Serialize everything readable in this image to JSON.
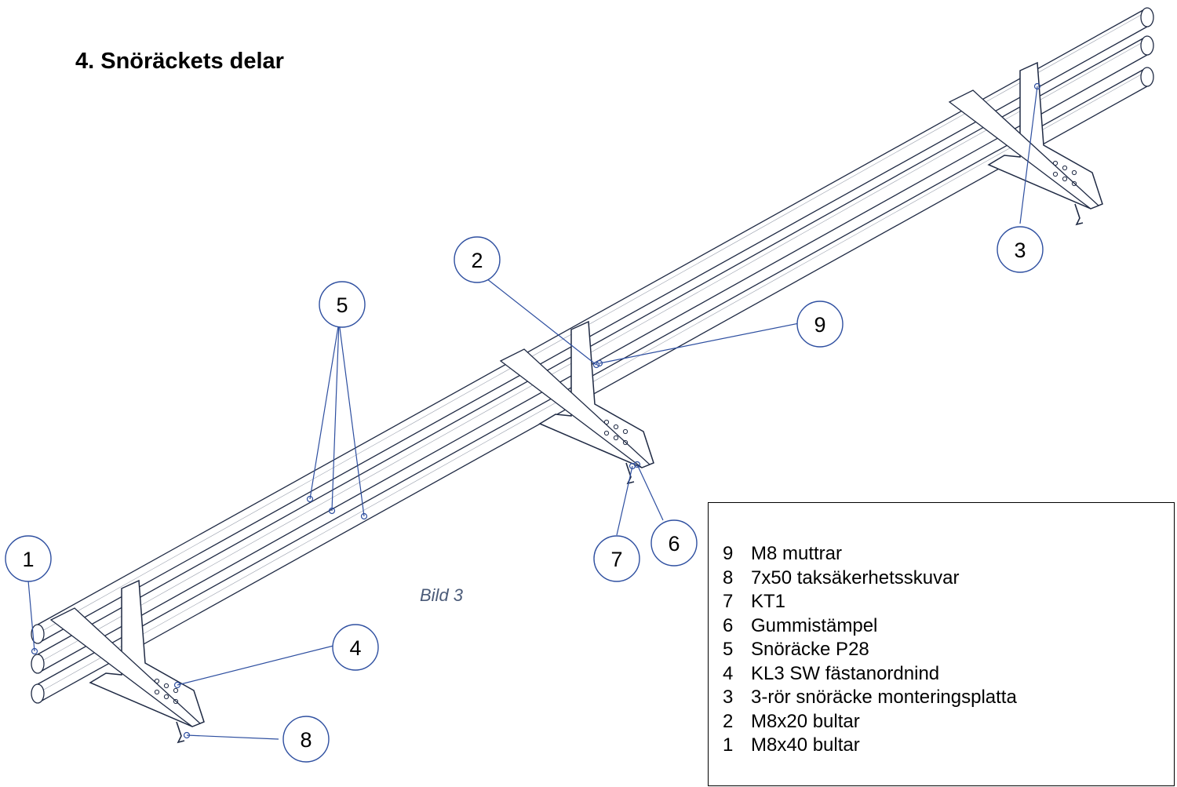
{
  "heading": "4. Snöräckets delar",
  "caption": "Bild 3",
  "callouts": [
    {
      "label": "1"
    },
    {
      "label": "2"
    },
    {
      "label": "3"
    },
    {
      "label": "4"
    },
    {
      "label": "5"
    },
    {
      "label": "6"
    },
    {
      "label": "7"
    },
    {
      "label": "8"
    },
    {
      "label": "9"
    }
  ],
  "legend": [
    {
      "num": "9",
      "text": "M8 muttrar"
    },
    {
      "num": "8",
      "text": "7x50 taksäkerhetsskuvar"
    },
    {
      "num": "7",
      "text": "KT1"
    },
    {
      "num": "6",
      "text": "Gummistämpel"
    },
    {
      "num": "5",
      "text": "Snöräcke P28"
    },
    {
      "num": "4",
      "text": "KL3 SW fästanordnind"
    },
    {
      "num": "3",
      "text": "3-rör snöräcke monteringsplatta"
    },
    {
      "num": "2",
      "text": "M8x20 bultar"
    },
    {
      "num": "1",
      "text": "M8x40 bultar"
    }
  ],
  "colors": {
    "line": "#1f2a44",
    "leader": "#2e4fa0",
    "caption": "#4a5a78"
  }
}
